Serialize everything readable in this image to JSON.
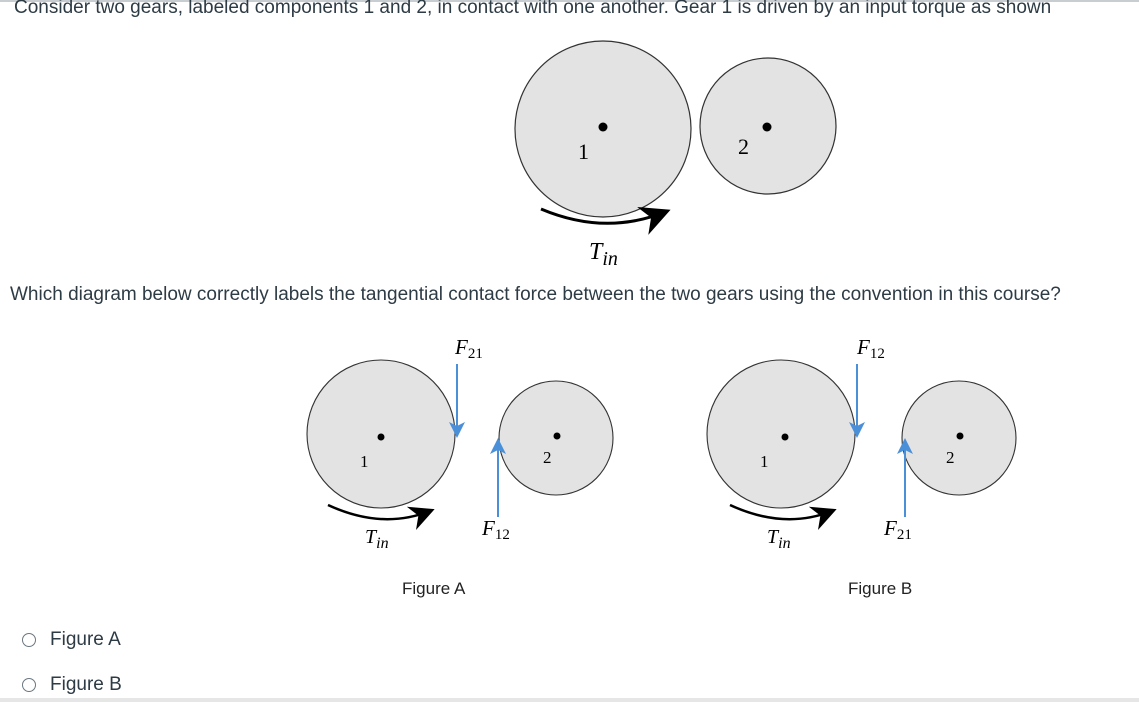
{
  "question": {
    "intro": "Consider two gears, labeled components 1 and 2, in contact with one another. Gear 1 is driven by an input torque as shown",
    "prompt": "Which diagram below correctly labels the tangential contact force between the two gears using the convention in this course?"
  },
  "top_figure": {
    "gear1_label": "1",
    "gear2_label": "2",
    "torque_symbol": "T",
    "torque_subscript": "in"
  },
  "figure_a": {
    "caption": "Figure A",
    "gear1_label": "1",
    "gear2_label": "2",
    "force_down_symbol": "F",
    "force_down_subscript": "21",
    "force_up_symbol": "F",
    "force_up_subscript": "12",
    "torque_symbol": "T",
    "torque_subscript": "in"
  },
  "figure_b": {
    "caption": "Figure B",
    "gear1_label": "1",
    "gear2_label": "2",
    "force_down_symbol": "F",
    "force_down_subscript": "12",
    "force_up_symbol": "F",
    "force_up_subscript": "21",
    "torque_symbol": "T",
    "torque_subscript": "in"
  },
  "answers": [
    {
      "label": "Figure A",
      "selected": false
    },
    {
      "label": "Figure B",
      "selected": false
    }
  ],
  "colors": {
    "gear_fill": "#e3e3e3",
    "force_arrow": "#4a90d9",
    "text": "#2d3b45"
  }
}
